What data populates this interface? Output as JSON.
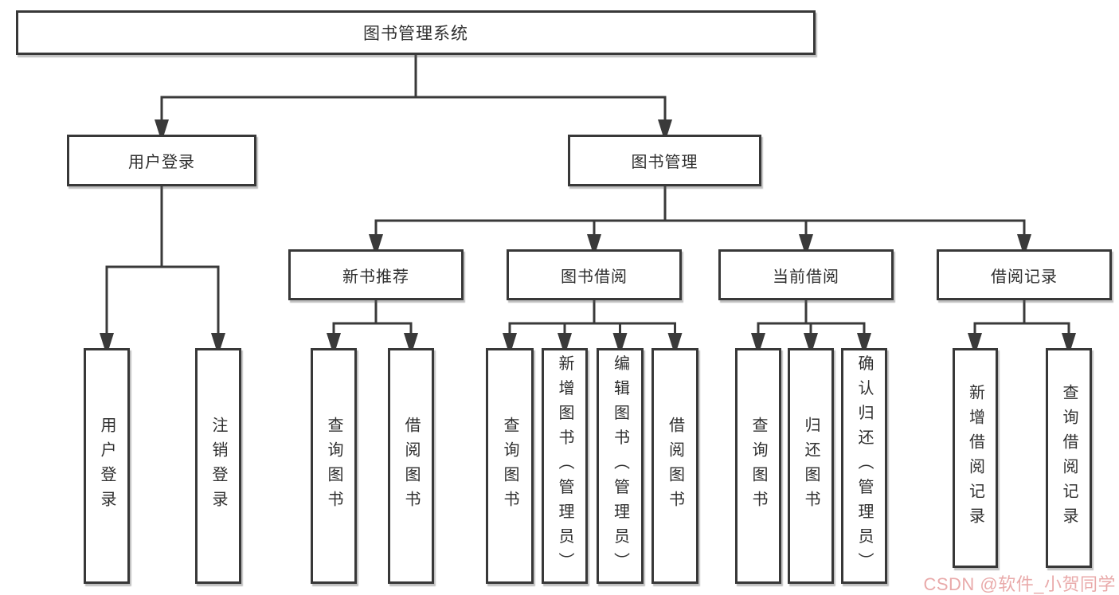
{
  "diagram": {
    "root": {
      "label": "图书管理系统"
    },
    "branches": [
      {
        "label": "用户登录",
        "leaves": [
          {
            "label": "用户登录"
          },
          {
            "label": "注销登录"
          }
        ]
      },
      {
        "label": "图书管理",
        "children": [
          {
            "label": "新书推荐",
            "leaves": [
              {
                "label": "查询图书"
              },
              {
                "label": "借阅图书"
              }
            ]
          },
          {
            "label": "图书借阅",
            "leaves": [
              {
                "label": "查询图书"
              },
              {
                "label": "新增图书（管理员）"
              },
              {
                "label": "编辑图书（管理员）"
              },
              {
                "label": "借阅图书"
              }
            ]
          },
          {
            "label": "当前借阅",
            "leaves": [
              {
                "label": "查询图书"
              },
              {
                "label": "归还图书"
              },
              {
                "label": "确认归还（管理员）"
              }
            ]
          },
          {
            "label": "借阅记录",
            "leaves": [
              {
                "label": "新增借阅记录"
              },
              {
                "label": "查询借阅记录"
              }
            ]
          }
        ]
      }
    ]
  },
  "watermark": {
    "text": "CSDN @软件_小贺同学"
  },
  "colors": {
    "line": "#3a3a3a",
    "box_border": "#383838",
    "box_fill": "#ffffff",
    "text": "#2f2f2f",
    "watermark": "#e7a1a1",
    "background": "#ffffff"
  }
}
